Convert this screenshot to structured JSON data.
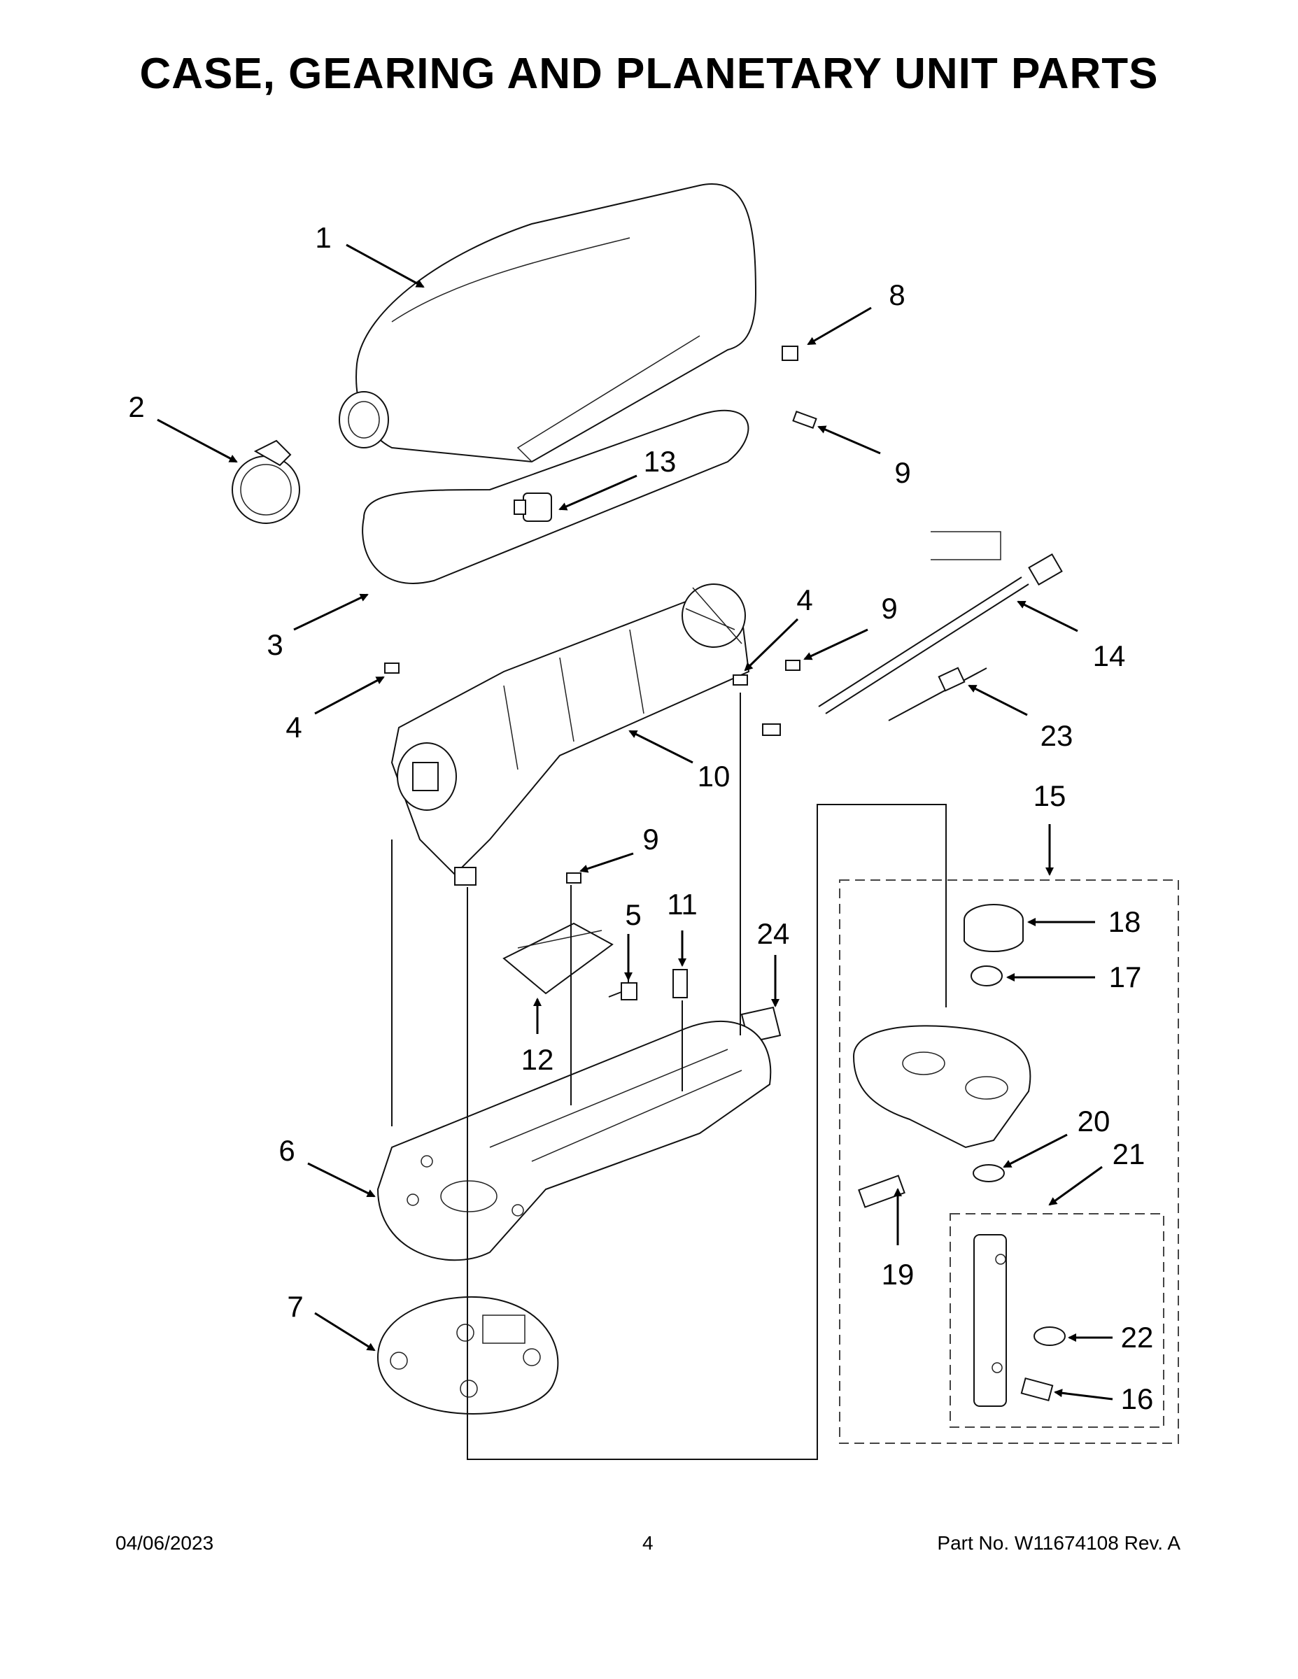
{
  "title": "CASE, GEARING AND PLANETARY UNIT PARTS",
  "callouts": {
    "c1": "1",
    "c2": "2",
    "c3": "3",
    "c4a": "4",
    "c4b": "4",
    "c5": "5",
    "c6": "6",
    "c7": "7",
    "c8": "8",
    "c9a": "9",
    "c9b": "9",
    "c9c": "9",
    "c10": "10",
    "c11": "11",
    "c12": "12",
    "c13": "13",
    "c14": "14",
    "c15": "15",
    "c16": "16",
    "c17": "17",
    "c18": "18",
    "c19": "19",
    "c20": "20",
    "c21": "21",
    "c22": "22",
    "c23": "23",
    "c24": "24"
  },
  "footer": {
    "date": "04/06/2023",
    "page": "4",
    "part": "Part No.  W11674108  Rev.  A"
  }
}
